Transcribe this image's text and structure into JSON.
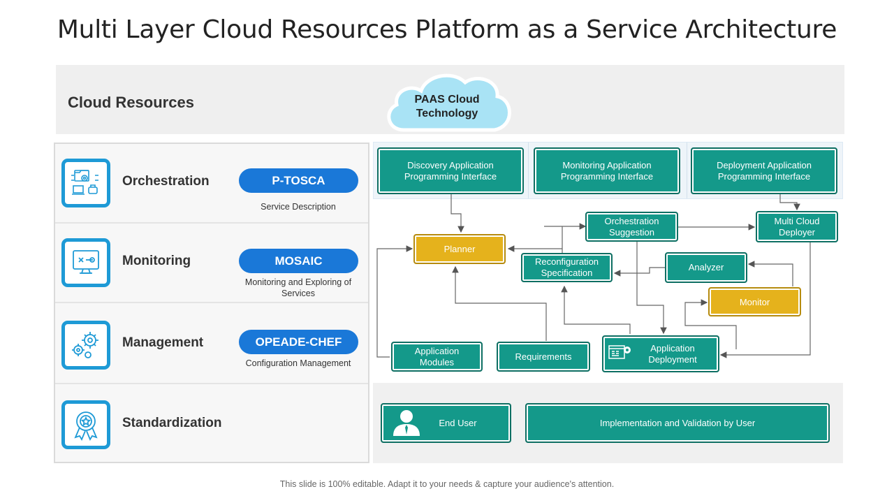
{
  "title": "Multi Layer Cloud Resources Platform as a Service Architecture",
  "cloud_resources_label": "Cloud Resources",
  "cloud": {
    "line1": "PAAS Cloud",
    "line2": "Technology"
  },
  "rows": [
    {
      "label": "Orchestration",
      "pill": "P-TOSCA",
      "sub": "Service Description",
      "icon": "network-devices-icon"
    },
    {
      "label": "Monitoring",
      "pill": "MOSAIC",
      "sub": "Monitoring and Exploring of Services",
      "icon": "monitor-tools-icon"
    },
    {
      "label": "Management",
      "pill": "OPEADE-CHEF",
      "sub": "Configuration Management",
      "icon": "gears-icon"
    },
    {
      "label": "Standardization",
      "pill": "",
      "sub": "",
      "icon": "award-badge-icon"
    }
  ],
  "interfaces": [
    "Discovery Application Programming Interface",
    "Monitoring Application Programming Interface",
    "Deployment Application Programming Interface"
  ],
  "nodes": {
    "planner": "Planner",
    "orchestration_suggestion": "Orchestration Suggestion",
    "multi_cloud_deployer": "Multi Cloud Deployer",
    "reconfiguration_specification": "Reconfiguration Specification",
    "analyzer": "Analyzer",
    "monitor": "Monitor",
    "application_modules": "Application Modules",
    "requirements": "Requirements",
    "application_deployment": "Application Deployment"
  },
  "bottom": {
    "end_user": "End User",
    "implementation": "Implementation and Validation by User"
  },
  "footer": "This slide is 100% editable. Adapt it to your needs & capture your audience's attention.",
  "colors": {
    "teal": "#14998a",
    "yellow": "#e5b21c",
    "blue": "#1a78d8",
    "icon_blue": "#1e9ad6",
    "cloud": "#a9e3f5"
  }
}
